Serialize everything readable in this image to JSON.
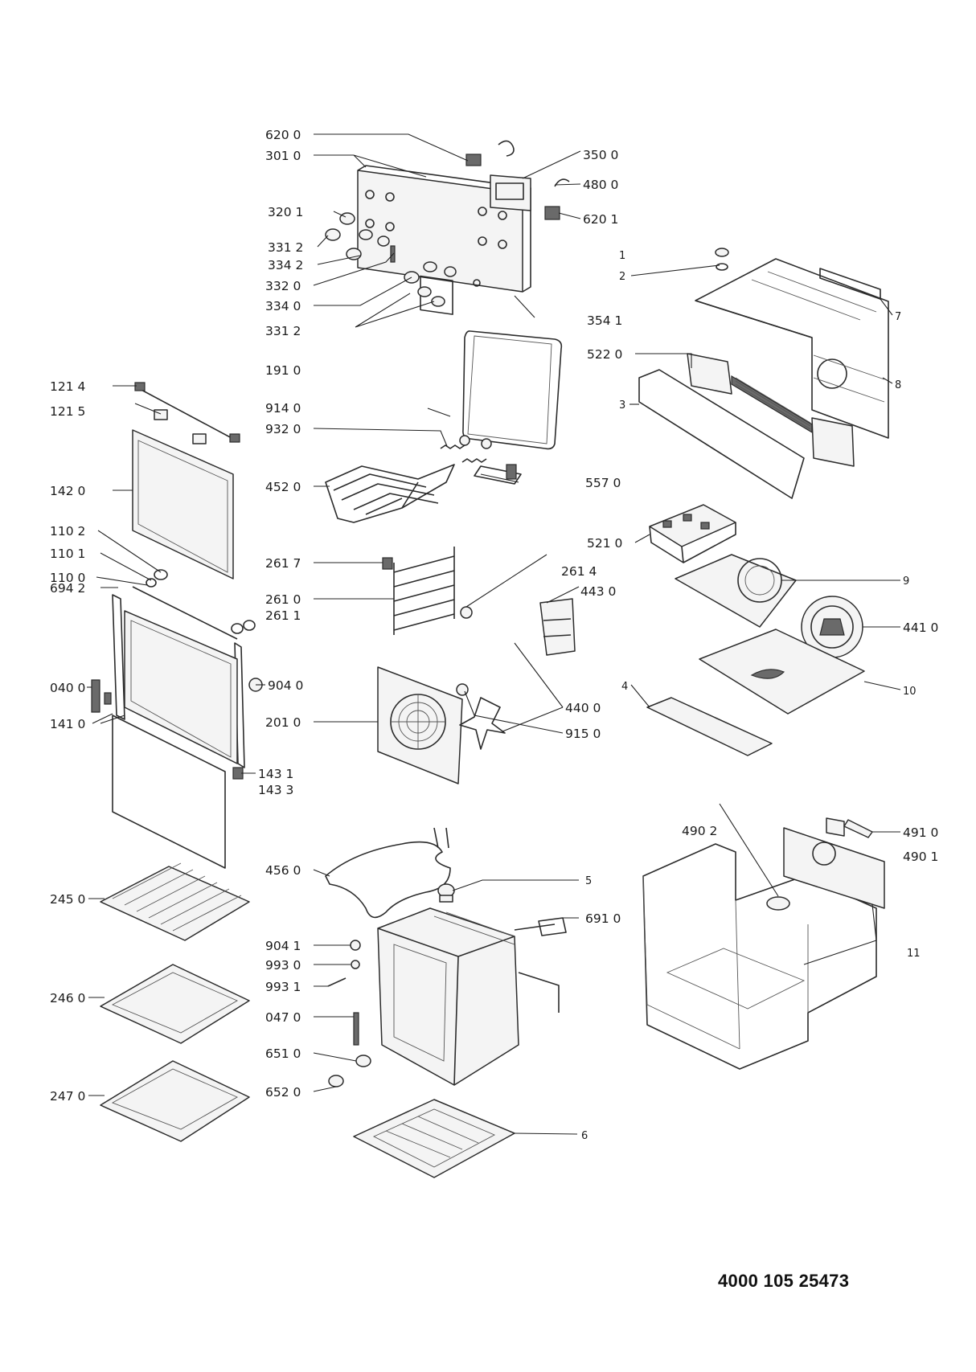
{
  "document_number": "4000 105 25473",
  "callouts": [
    {
      "id": "620-0",
      "text": "620 0"
    },
    {
      "id": "301-0",
      "text": "301 0"
    },
    {
      "id": "350-0",
      "text": "350 0"
    },
    {
      "id": "480-0",
      "text": "480 0"
    },
    {
      "id": "620-1",
      "text": "620 1"
    },
    {
      "id": "320-1",
      "text": "320 1"
    },
    {
      "id": "331-2a",
      "text": "331 2"
    },
    {
      "id": "334-2",
      "text": "334 2"
    },
    {
      "id": "332-0",
      "text": "332 0"
    },
    {
      "id": "334-0",
      "text": "334 0"
    },
    {
      "id": "331-2b",
      "text": "331 2"
    },
    {
      "id": "191-0",
      "text": "191 0"
    },
    {
      "id": "914-0",
      "text": "914 0"
    },
    {
      "id": "932-0",
      "text": "932 0"
    },
    {
      "id": "452-0",
      "text": "452 0"
    },
    {
      "id": "557-0",
      "text": "557 0"
    },
    {
      "id": "121-4",
      "text": "121 4"
    },
    {
      "id": "121-5",
      "text": "121 5"
    },
    {
      "id": "142-0",
      "text": "142 0"
    },
    {
      "id": "110-2",
      "text": "110 2"
    },
    {
      "id": "110-1",
      "text": "110 1"
    },
    {
      "id": "110-0",
      "text": "110 0"
    },
    {
      "id": "694-2",
      "text": "694 2"
    },
    {
      "id": "040-0",
      "text": "040 0"
    },
    {
      "id": "141-0",
      "text": "141 0"
    },
    {
      "id": "904-0",
      "text": "904 0"
    },
    {
      "id": "143-1",
      "text": "143 1"
    },
    {
      "id": "143-3",
      "text": "143 3"
    },
    {
      "id": "261-7",
      "text": "261 7"
    },
    {
      "id": "261-0",
      "text": "261 0"
    },
    {
      "id": "261-1",
      "text": "261 1"
    },
    {
      "id": "261-4",
      "text": "261 4"
    },
    {
      "id": "443-0",
      "text": "443 0"
    },
    {
      "id": "440-0",
      "text": "440 0"
    },
    {
      "id": "915-0",
      "text": "915 0"
    },
    {
      "id": "201-0",
      "text": "201 0"
    },
    {
      "id": "1",
      "text": "1"
    },
    {
      "id": "2",
      "text": "2"
    },
    {
      "id": "354-1",
      "text": "354 1"
    },
    {
      "id": "7",
      "text": "7"
    },
    {
      "id": "522-0",
      "text": "522 0"
    },
    {
      "id": "8",
      "text": "8"
    },
    {
      "id": "3",
      "text": "3"
    },
    {
      "id": "521-0",
      "text": "521 0"
    },
    {
      "id": "9",
      "text": "9"
    },
    {
      "id": "441-0",
      "text": "441 0"
    },
    {
      "id": "4",
      "text": "4"
    },
    {
      "id": "10",
      "text": "10"
    },
    {
      "id": "490-2",
      "text": "490 2"
    },
    {
      "id": "491-0",
      "text": "491 0"
    },
    {
      "id": "490-1",
      "text": "490 1"
    },
    {
      "id": "11",
      "text": "11"
    },
    {
      "id": "456-0",
      "text": "456 0"
    },
    {
      "id": "5",
      "text": "5"
    },
    {
      "id": "691-0",
      "text": "691 0"
    },
    {
      "id": "245-0",
      "text": "245 0"
    },
    {
      "id": "246-0",
      "text": "246 0"
    },
    {
      "id": "247-0",
      "text": "247 0"
    },
    {
      "id": "904-1",
      "text": "904 1"
    },
    {
      "id": "993-0",
      "text": "993 0"
    },
    {
      "id": "993-1",
      "text": "993 1"
    },
    {
      "id": "047-0",
      "text": "047 0"
    },
    {
      "id": "651-0",
      "text": "651 0"
    },
    {
      "id": "652-0",
      "text": "652 0"
    },
    {
      "id": "6",
      "text": "6"
    }
  ]
}
